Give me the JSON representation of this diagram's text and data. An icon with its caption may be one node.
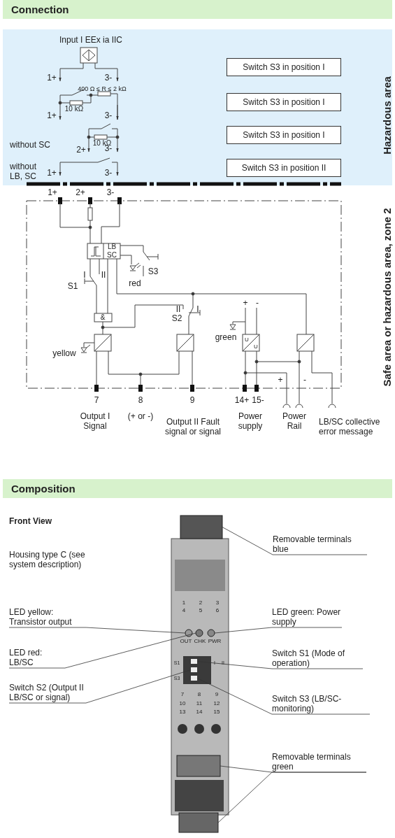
{
  "diagram": {
    "nodes": [
      {
        "text": [
          "Switch S3 in position I"
        ]
      },
      {
        "text": [
          "Switch S3 in position I"
        ]
      },
      {
        "text": [
          "Switch S3 in position I"
        ]
      },
      {
        "text": [
          "Switch S3 in position II"
        ]
      },
      {
        "text": [
          "Removable terminals blue"
        ]
      },
      {
        "text": [
          "LED yellow: Transistor output"
        ]
      },
      {
        "text": [
          "LED green: Power supply"
        ]
      },
      {
        "text": [
          "LED red: LB/SC"
        ]
      },
      {
        "text": [
          "Switch S1 (Mode of operation)"
        ]
      },
      {
        "text": [
          "Switch S2 (Output II LB/SC or signal)"
        ]
      },
      {
        "text": [
          "Switch S3 (LB/SC-monitoring)"
        ]
      },
      {
        "text": [
          "Removable terminals green"
        ]
      },
      {
        "text": [],
        "shape": "box"
      },
      {
        "text": [],
        "shape": "circle"
      },
      {
        "text": [],
        "shape": "circle"
      },
      {
        "text": [],
        "shape": "circle"
      },
      {
        "text": [],
        "shape": "box"
      },
      {
        "text": [],
        "shape": "box"
      },
      {
        "text": [],
        "shape": "box"
      },
      {
        "text": [],
        "shape": "box"
      },
      {
        "text": [],
        "shape": "box"
      }
    ],
    "edges": [
      {
        "from": 4,
        "to": 12,
        "arrow": "none"
      },
      {
        "from": 5,
        "to": 13,
        "arrow": "none"
      },
      {
        "from": 6,
        "to": 15,
        "arrow": "none"
      },
      {
        "from": 7,
        "to": 14,
        "arrow": "none"
      },
      {
        "from": 8,
        "to": 16,
        "arrow": "none"
      },
      {
        "from": 9,
        "to": 17,
        "arrow": "none"
      },
      {
        "from": 10,
        "to": 18,
        "arrow": "none"
      },
      {
        "from": 11,
        "to": 19,
        "arrow": "none"
      },
      {
        "from": 11,
        "to": 20,
        "arrow": "none"
      }
    ],
    "labels": [
      "Connection",
      "Input I EEx ia IIC",
      "1+",
      "3-",
      "400 Ω ≤ R ≤ 2 kΩ",
      "10 kΩ",
      "1+",
      "3-",
      "without SC",
      "10 kΩ",
      "2+",
      "3-",
      "without LB, SC",
      "1+",
      "3-",
      "Hazardous area",
      "1+",
      "2+",
      "3-",
      "Safe area or hazardous area, zone 2",
      "LB SC",
      "S3",
      "red",
      "I",
      "II",
      "S1",
      "&",
      "II",
      "I",
      "S2",
      "+",
      "-",
      "green",
      "U",
      "U",
      "yellow",
      "+",
      "-",
      "7",
      "8",
      "9",
      "14+",
      "15-",
      "Output I Signal",
      "(+ or -)",
      "Output II Fault signal or signal",
      "Power supply",
      "Power Rail",
      "LB/SC collective error message",
      "Composition",
      "Front View",
      "Housing type C (see system description)",
      "1",
      "2",
      "3",
      "4",
      "5",
      "6",
      "OUT",
      "CHK",
      "PWR",
      "S1",
      "S3",
      "I",
      "II",
      "7",
      "8",
      "9",
      "10",
      "11",
      "12",
      "13",
      "14",
      "15"
    ]
  }
}
